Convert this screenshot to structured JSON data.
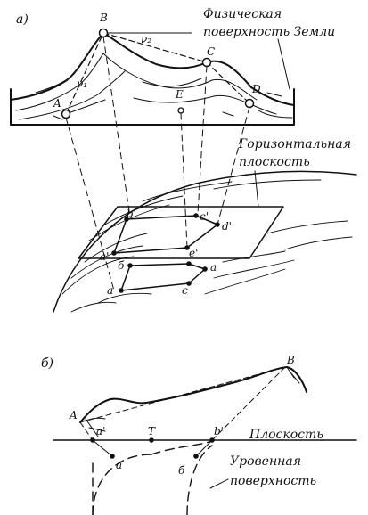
{
  "panel_a": {
    "label": "а)",
    "surface_caption_line1": "Физическая",
    "surface_caption_line2": "поверхность Земли",
    "plane_caption_line1": "Горизонтальная",
    "plane_caption_line2": "плоскость",
    "points_upper": {
      "A": "A",
      "B": "B",
      "C": "C",
      "D": "D",
      "E": "E"
    },
    "angle_1": "ν₁",
    "angle_2": "ν₂",
    "points_plane": {
      "a": "a'",
      "b": "b'",
      "c": "c'",
      "d": "d'",
      "e": "e'"
    },
    "points_lower": {
      "a": "a",
      "b": "б",
      "c": "c",
      "d": "a"
    }
  },
  "panel_b": {
    "label": "б)",
    "point_A": "A",
    "point_B": "B",
    "point_a_prime": "a'",
    "point_T": "T",
    "point_b_prime": "b'",
    "point_a": "a",
    "point_b": "б",
    "plane_caption": "Плоскость",
    "level_caption_line1": "Уровенная",
    "level_caption_line2": "поверхность"
  }
}
